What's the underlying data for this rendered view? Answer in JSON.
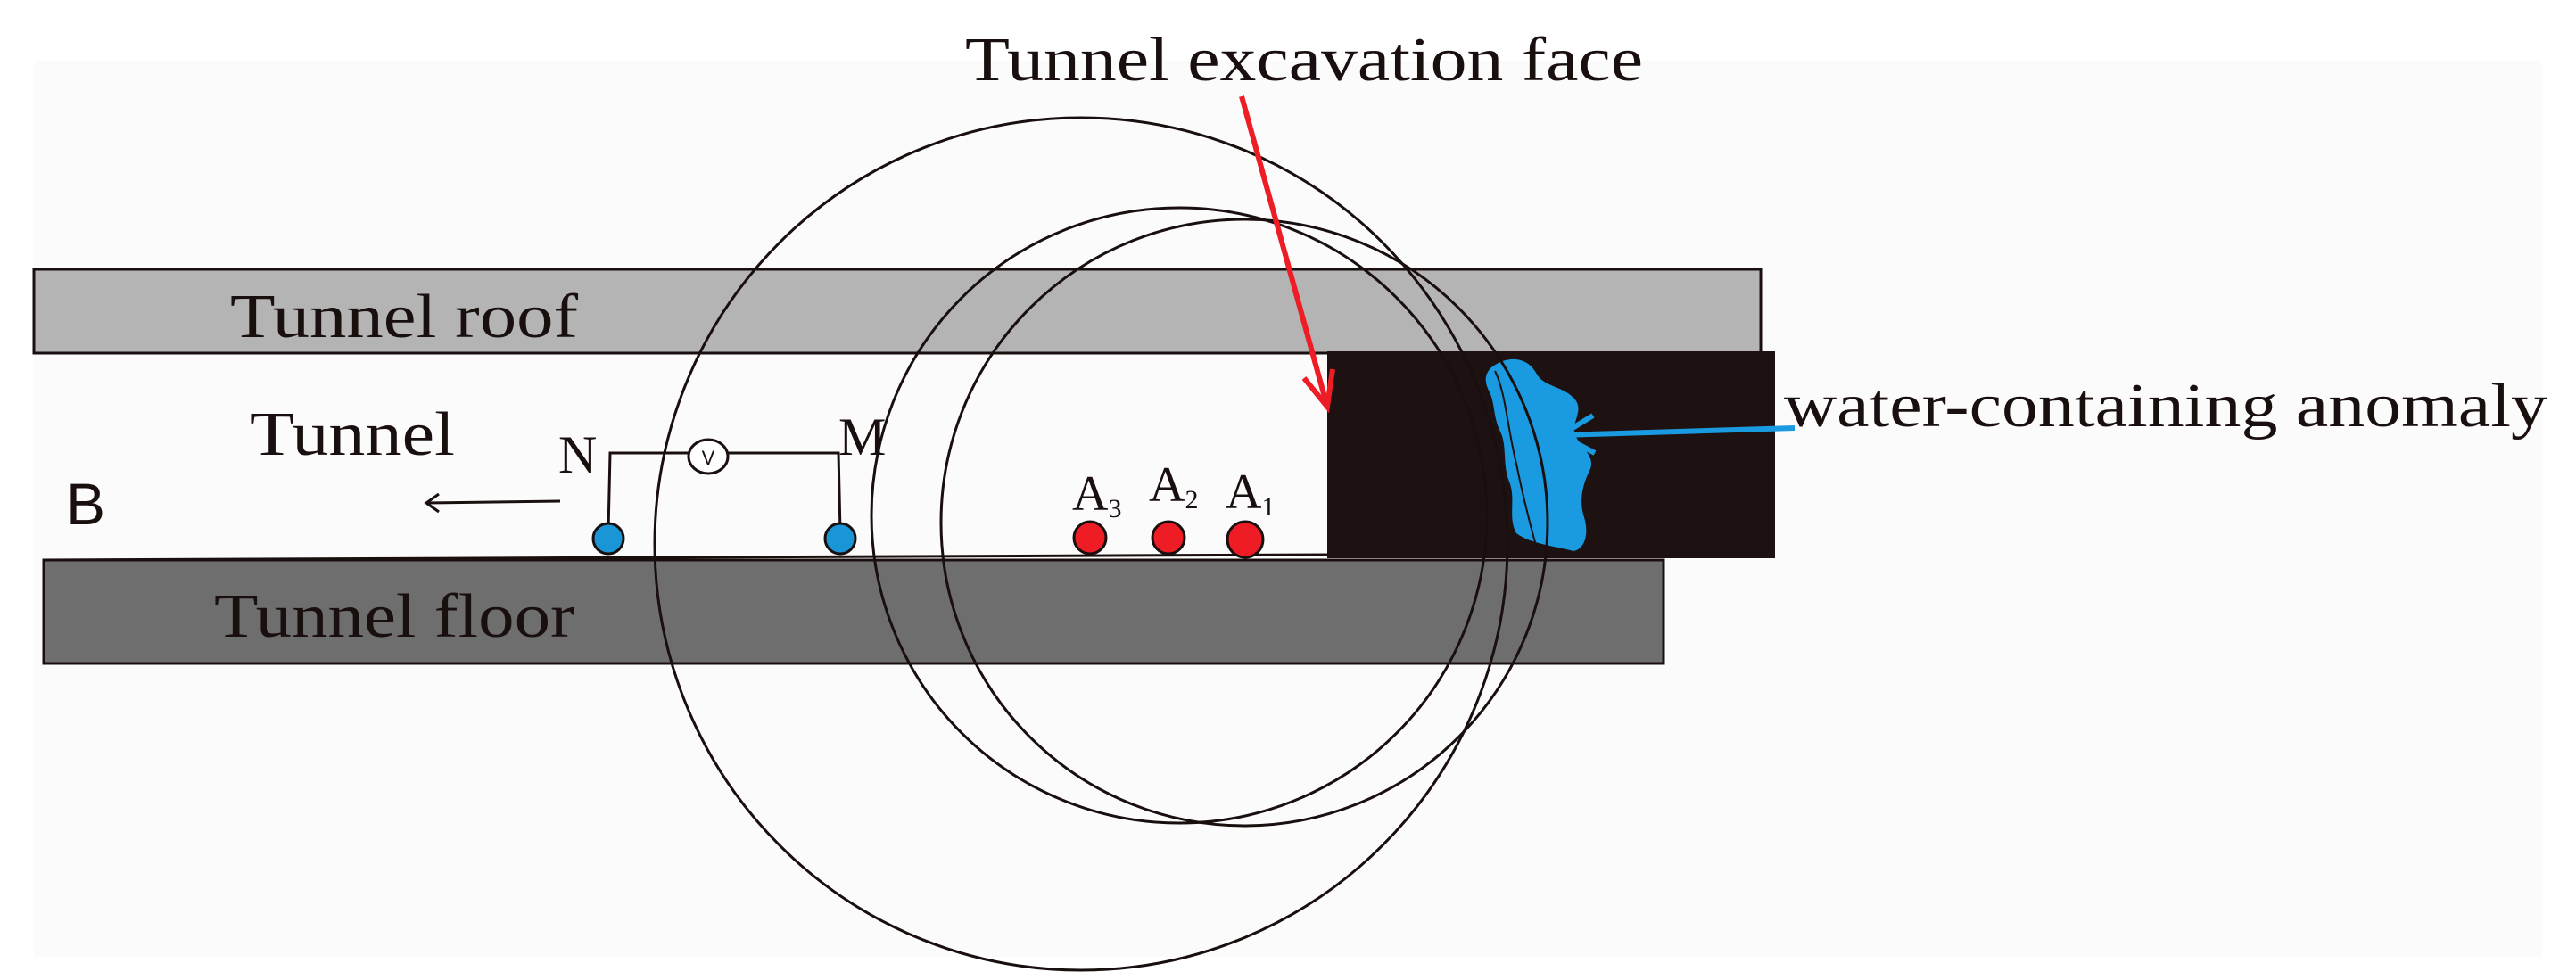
{
  "panel": {
    "label": "B"
  },
  "labels": {
    "excavation_face": "Tunnel excavation face",
    "roof": "Tunnel roof",
    "floor": "Tunnel floor",
    "tunnel": "Tunnel",
    "water_anomaly": "water-containing anomaly",
    "voltmeter": "V"
  },
  "electrodes": {
    "measuring": [
      {
        "label": "N",
        "color": "#1a96d6"
      },
      {
        "label": "M",
        "color": "#1a96d6"
      }
    ],
    "source": [
      {
        "label": "A",
        "subscript": "3",
        "color": "#ee1c25"
      },
      {
        "label": "A",
        "subscript": "2",
        "color": "#ee1c25"
      },
      {
        "label": "A",
        "subscript": "1",
        "color": "#ee1c25"
      }
    ]
  },
  "colors": {
    "roof": "#b3b4b3",
    "floor": "#6e6e6e",
    "rock_mass": "#1d1211",
    "water": "#1a9ae0",
    "arrow_red": "#ee1c25",
    "arrow_blue": "#1a9ae0",
    "line": "#1a0f0f"
  }
}
